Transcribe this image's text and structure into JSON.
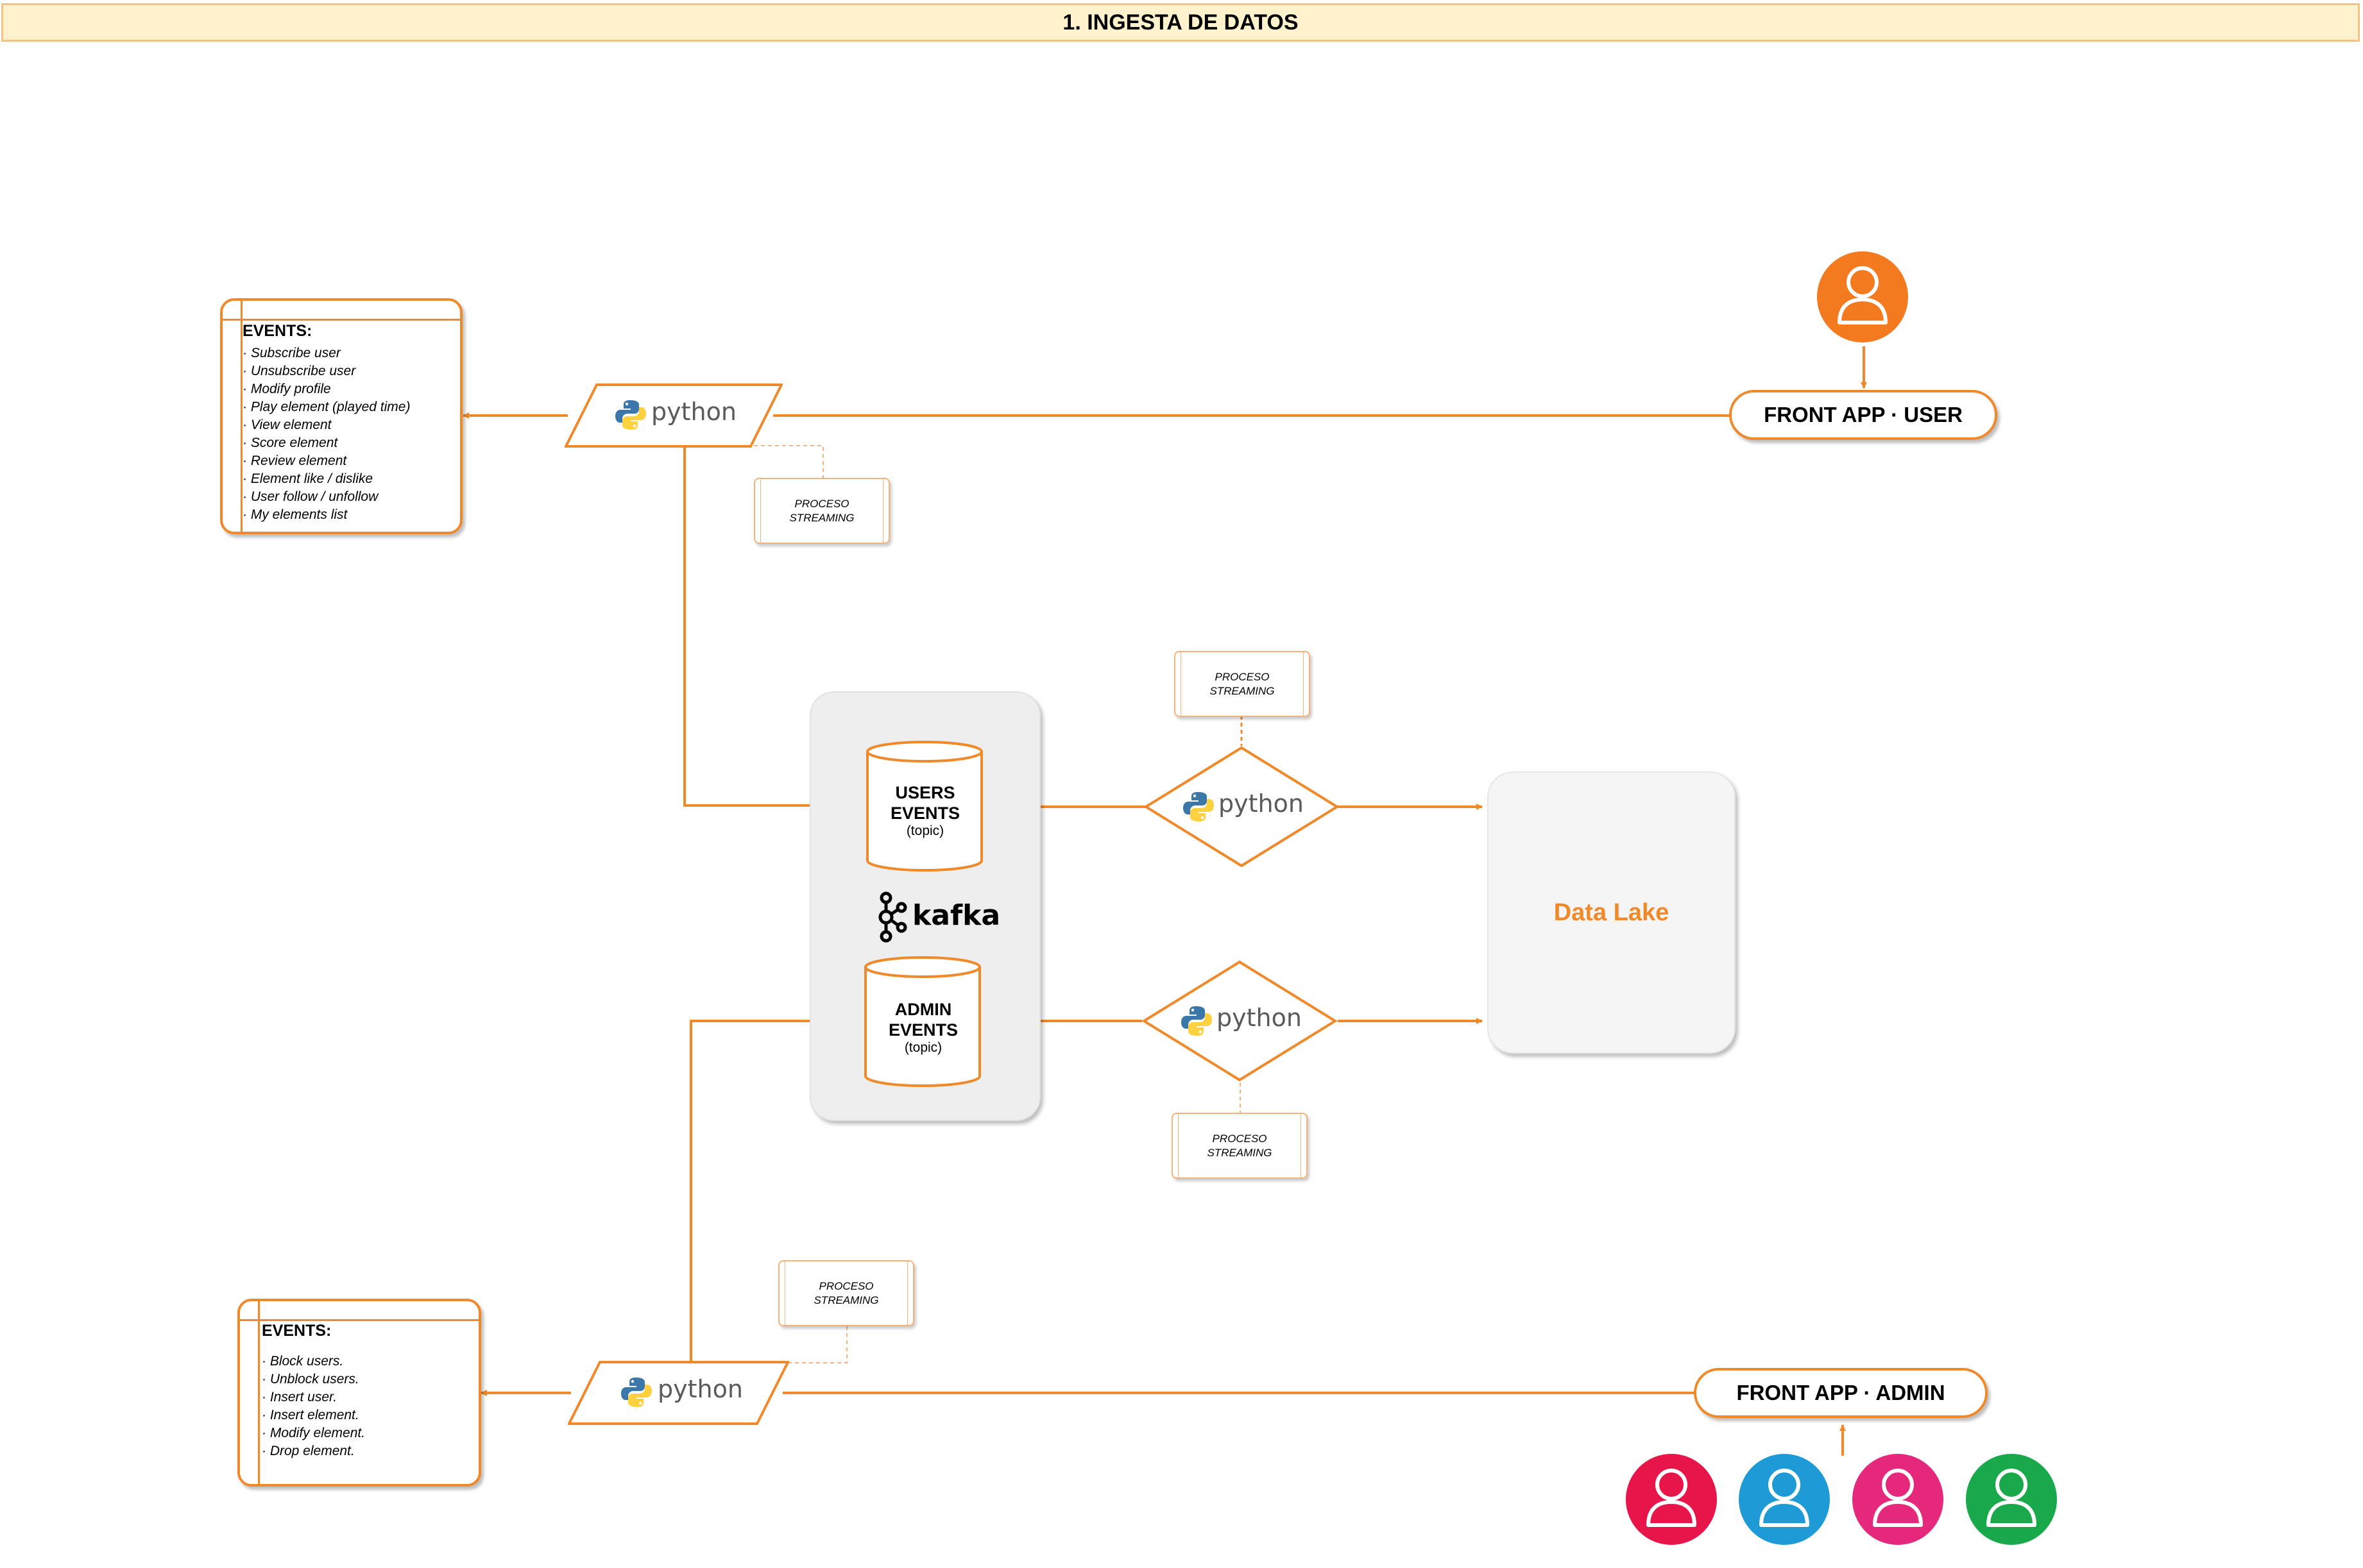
{
  "header": {
    "title": "1. INGESTA DE DATOS"
  },
  "user_events": {
    "title": "EVENTS:",
    "items": [
      "· Subscribe user",
      "· Unsubscribe user",
      "· Modify profile",
      "· Play element (played time)",
      "· View element",
      "· Score element",
      "· Review element",
      "· Element like / dislike",
      "· User follow / unfollow",
      "· My elements list"
    ]
  },
  "admin_events": {
    "title": "EVENTS:",
    "items": [
      "· Block users.",
      "· Unblock users.",
      "· Insert user.",
      "· Insert element.",
      "· Modify element.",
      "· Drop element."
    ]
  },
  "front_user": {
    "label": "FRONT APP · USER"
  },
  "front_admin": {
    "label": "FRONT APP · ADMIN"
  },
  "python": {
    "label": "python"
  },
  "proceso": {
    "line1": "PROCESO",
    "line2": "STREAMING"
  },
  "kafka": {
    "label": "kafka",
    "users_topic": {
      "line1": "USERS",
      "line2": "EVENTS",
      "sub": "(topic)"
    },
    "admin_topic": {
      "line1": "ADMIN",
      "line2": "EVENTS",
      "sub": "(topic)"
    }
  },
  "datalake": {
    "label": "Data Lake"
  },
  "colors": {
    "accent": "#F0892A",
    "header_bg": "#FFF2CC",
    "user_orange": "#F47A20",
    "red": "#E8154B",
    "blue": "#1E9BD7",
    "magenta": "#E5287B",
    "green": "#19A84A"
  },
  "icons": [
    "user-icon",
    "python-logo-icon",
    "kafka-logo-icon"
  ]
}
